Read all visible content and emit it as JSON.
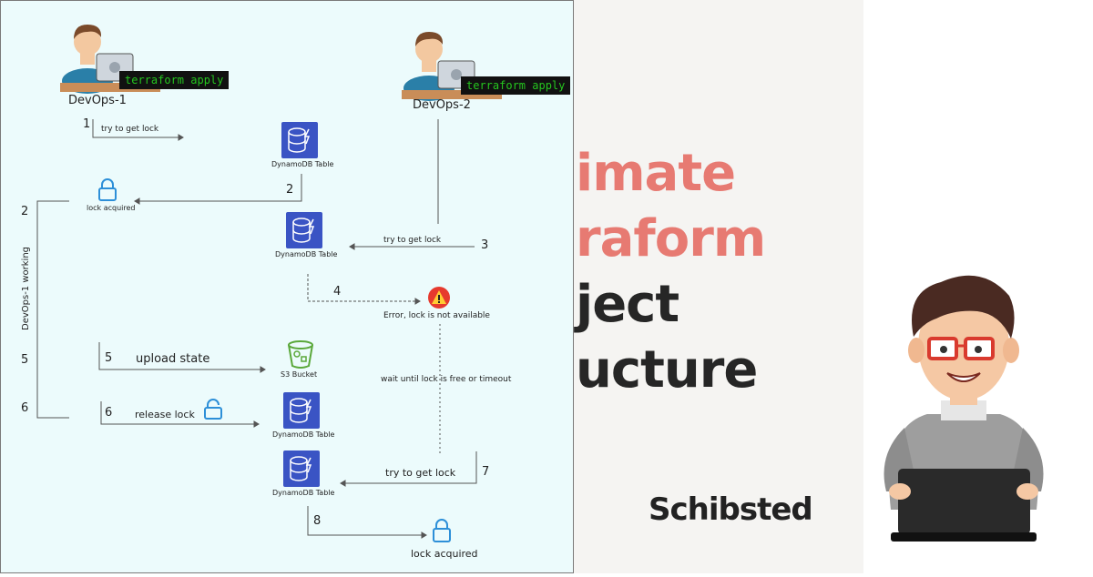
{
  "diagram": {
    "devops1": {
      "name": "DevOps-1",
      "command": "terraform apply"
    },
    "devops2": {
      "name": "DevOps-2",
      "command": "terraform apply"
    },
    "steps": {
      "s1_num": "1",
      "s1_label": "try to get lock",
      "s2_num": "2",
      "dynamo_label": "DynamoDB Table",
      "lock_acquired_small": "lock acquired",
      "s3_label": "try to get lock",
      "s3_num": "3",
      "s4_num": "4",
      "error_label": "Error, lock is not available",
      "wait_label": "wait until lock is free or timeout",
      "s5_num": "5",
      "s5_label": "upload state",
      "s3bucket_label": "S3 Bucket",
      "s6_num": "6",
      "s6_label": "release lock",
      "s7_label": "try to get lock",
      "s7_num": "7",
      "s8_num": "8",
      "lock_acquired_big": "lock acquired"
    },
    "left_rail": {
      "num_2": "2",
      "num_5": "5",
      "num_6": "6",
      "working_label": "DevOps-1 working"
    }
  },
  "title": {
    "line1": "imate",
    "line2": "raform",
    "line3": "ject",
    "line4": "ucture"
  },
  "brand": {
    "name": "Schibsted"
  },
  "colors": {
    "diagram_bg": "#ecfbfc",
    "dynamo_blue": "#3a54c4",
    "lock_blue": "#2d8fd8",
    "terminal_green": "#25c51f",
    "title_red": "#e77a72",
    "title_dark": "#262626",
    "error_red": "#e63a2e",
    "s3_green": "#5aa83a"
  }
}
